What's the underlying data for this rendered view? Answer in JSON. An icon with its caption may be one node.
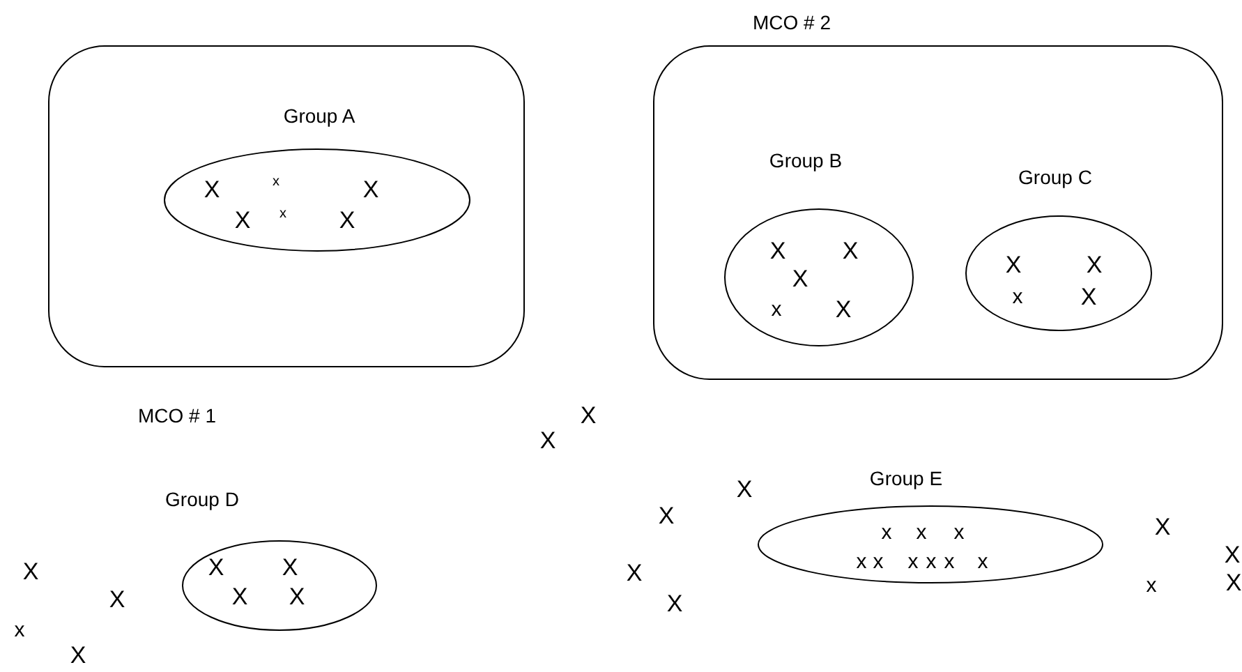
{
  "diagram": {
    "nodes": [
      {
        "text": [
          "MCO # 1"
        ]
      },
      {
        "text": [
          "Group A",
          "X",
          "x",
          "X",
          "X",
          "x",
          "X"
        ],
        "in": 0
      },
      {
        "text": [
          "MCO # 2"
        ]
      },
      {
        "text": [
          "Group B",
          "X",
          "X",
          "X",
          "x",
          "X"
        ],
        "in": 2
      },
      {
        "text": [
          "Group C",
          "X",
          "X",
          "x",
          "X"
        ],
        "in": 2
      },
      {
        "text": [
          "Group D",
          "X",
          "X",
          "X",
          "X"
        ]
      },
      {
        "text": [
          "Group E",
          "x",
          "x",
          "x",
          "x",
          "x",
          "x",
          "x",
          "x",
          "x"
        ]
      }
    ],
    "edges": [],
    "labels": [
      "X",
      "X",
      "X",
      "X",
      "X",
      "X",
      "X",
      "X",
      "X",
      "x",
      "X",
      "X",
      "x",
      "X"
    ]
  }
}
